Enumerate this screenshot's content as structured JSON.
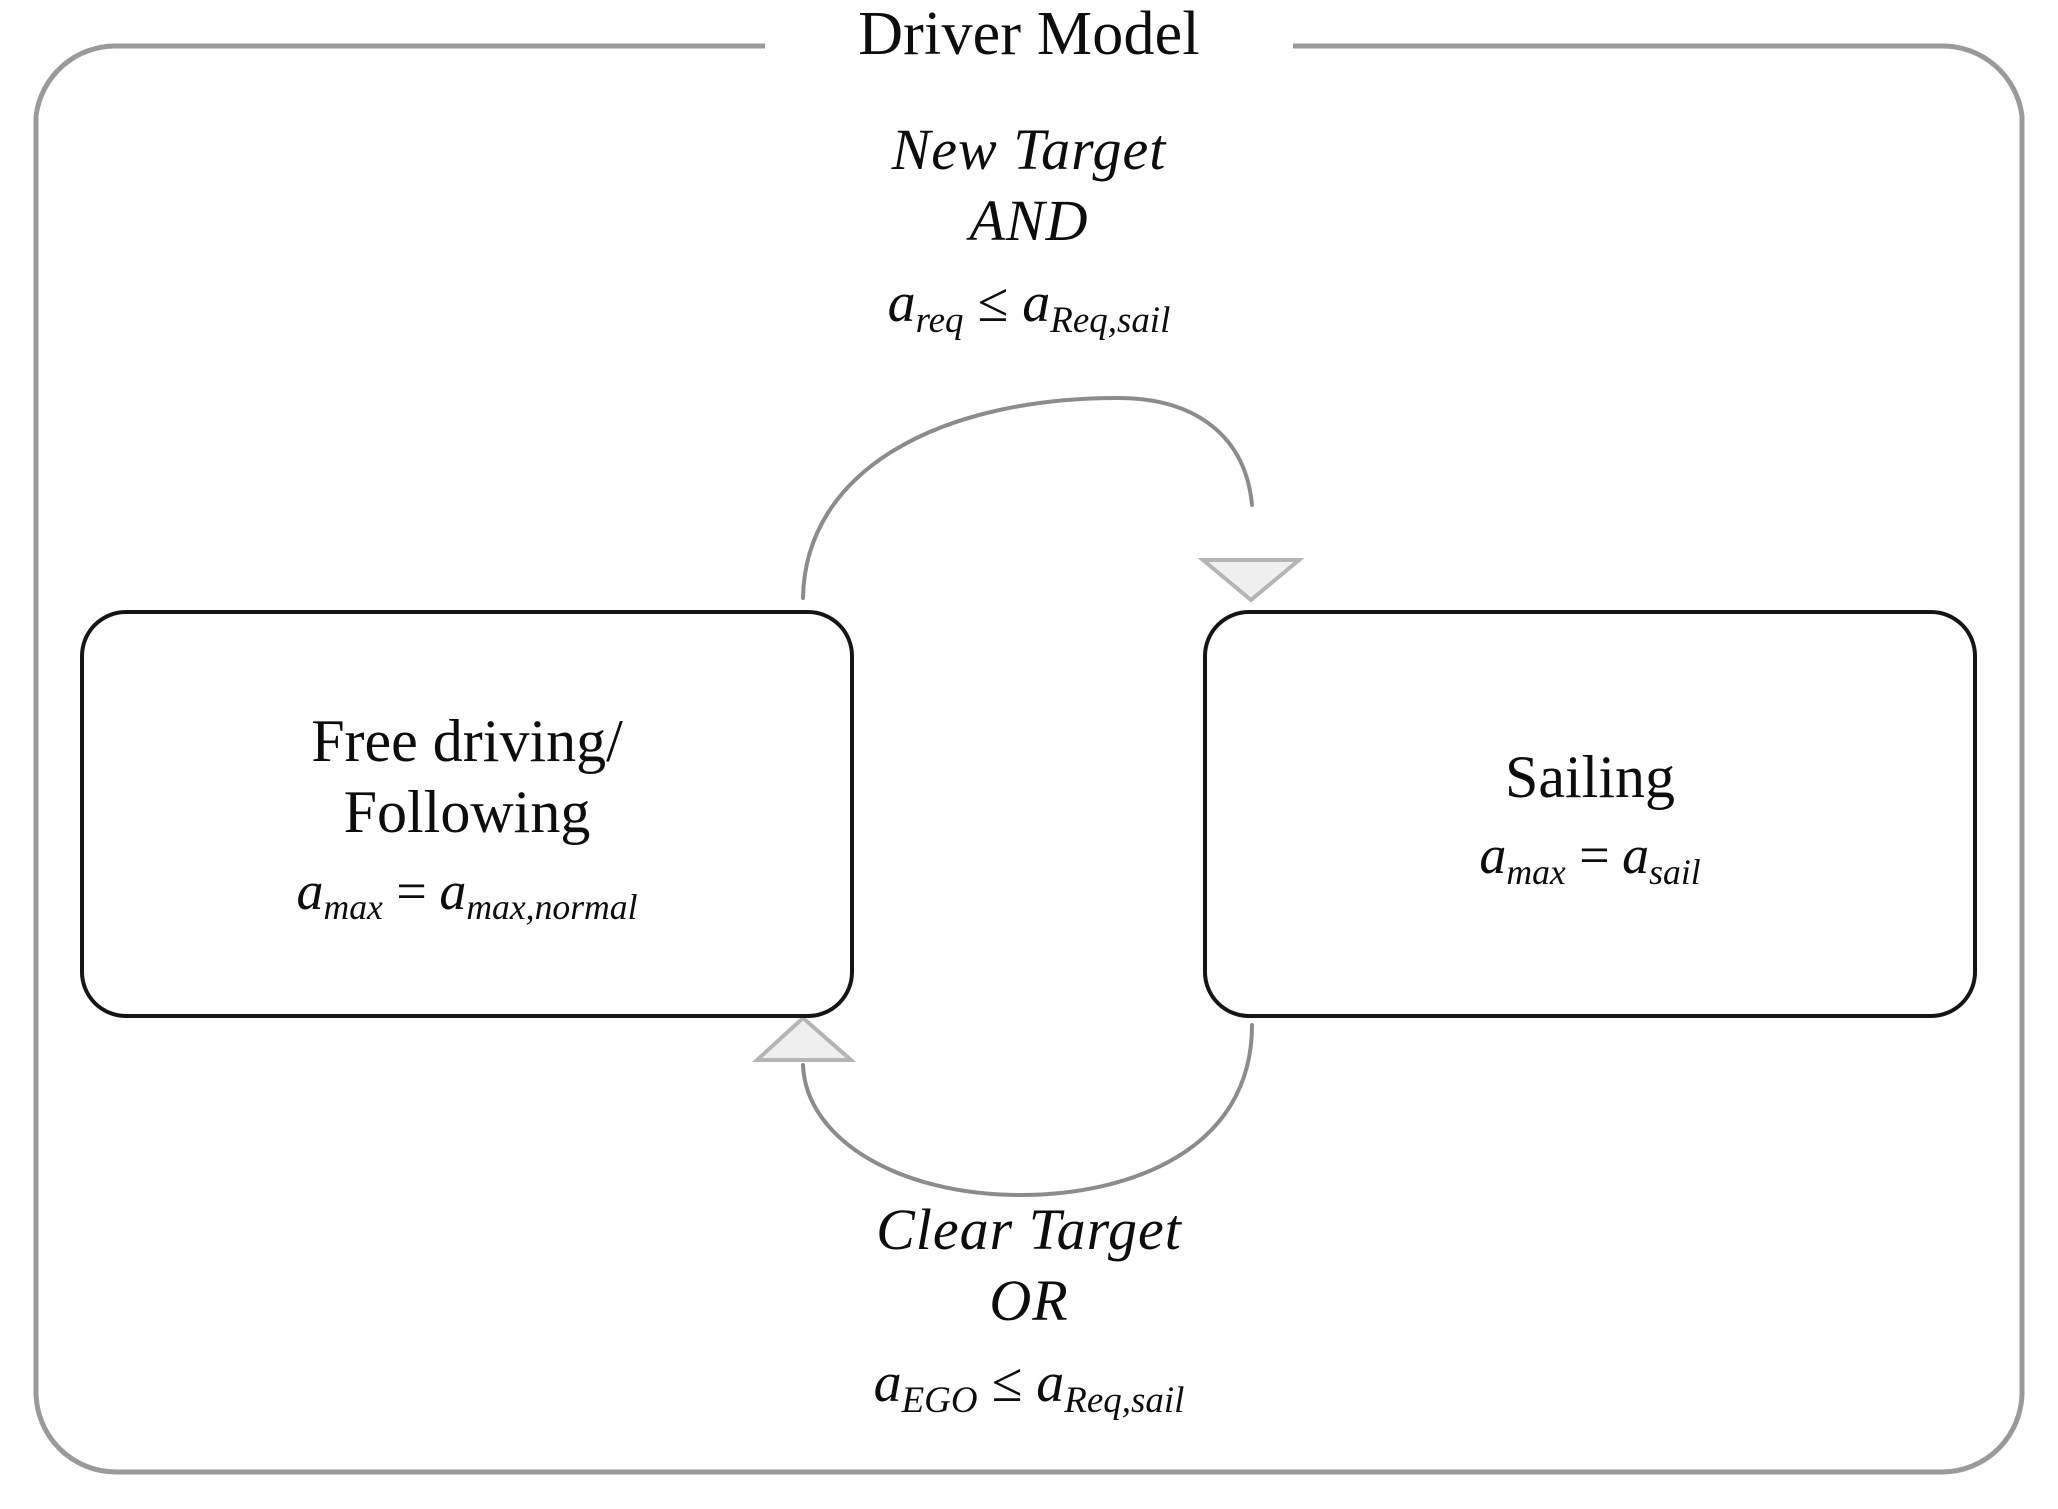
{
  "container": {
    "title": "Driver Model",
    "border_color": "#9a9a9a",
    "title_color": "#0d0d0d"
  },
  "states": [
    {
      "id": "free-driving-following",
      "title": "Free driving/\nFollowing",
      "formula": {
        "lhs_base": "a",
        "lhs_sub": "max",
        "operator": "=",
        "rhs_base": "a",
        "rhs_sub": "max,normal",
        "text": "a_max = a_max,normal"
      },
      "border_color": "#151515"
    },
    {
      "id": "sailing",
      "title": "Sailing",
      "formula": {
        "lhs_base": "a",
        "lhs_sub": "max",
        "operator": "=",
        "rhs_base": "a",
        "rhs_sub": "sail",
        "text": "a_max = a_sail"
      },
      "border_color": "#151515"
    }
  ],
  "transitions": [
    {
      "id": "free-driving-to-sailing",
      "direction": "left-to-right",
      "condition_line_1": "New Target",
      "condition_line_2": "AND",
      "formula": {
        "lhs_base": "a",
        "lhs_sub": "req",
        "operator": "≤",
        "rhs_base": "a",
        "rhs_sub": "Req,sail",
        "text": "a_req ≤ a_Req,sail"
      },
      "arrow_color": "#8c8c8c",
      "arrowhead_fill": "#efefef"
    },
    {
      "id": "sailing-to-free-driving",
      "direction": "right-to-left",
      "condition_line_1": "Clear Target",
      "condition_line_2": "OR",
      "formula": {
        "lhs_base": "a",
        "lhs_sub": "EGO",
        "operator": "≤",
        "rhs_base": "a",
        "rhs_sub": "Req,sail",
        "text": "a_EGO ≤ a_Req,sail"
      },
      "arrow_color": "#8c8c8c",
      "arrowhead_fill": "#efefef"
    }
  ]
}
